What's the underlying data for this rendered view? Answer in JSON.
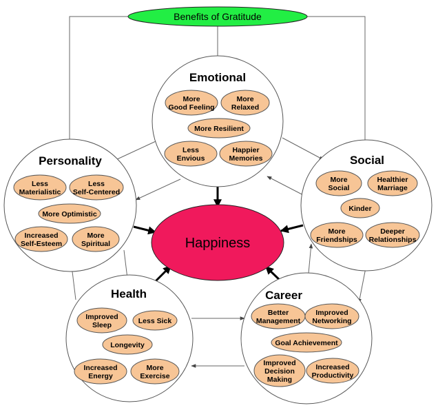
{
  "top_node": {
    "label": "Benefits of Gratitude",
    "color": "#22ee44"
  },
  "center_node": {
    "label": "Happiness",
    "color": "#f0195c"
  },
  "pill_color": "#f7c596",
  "categories": [
    {
      "id": "emotional",
      "title": "Emotional",
      "items": [
        {
          "lines": [
            "More",
            "Good Feeling"
          ]
        },
        {
          "lines": [
            "More",
            "Relaxed"
          ]
        },
        {
          "lines": [
            "More Resilient"
          ]
        },
        {
          "lines": [
            "Less",
            "Envious"
          ]
        },
        {
          "lines": [
            "Happier",
            "Memories"
          ]
        }
      ]
    },
    {
      "id": "personality",
      "title": "Personality",
      "items": [
        {
          "lines": [
            "Less",
            "Materialistic"
          ]
        },
        {
          "lines": [
            "Less",
            "Self-Centered"
          ]
        },
        {
          "lines": [
            "More Optimistic"
          ]
        },
        {
          "lines": [
            "Increased",
            "Self-Esteem"
          ]
        },
        {
          "lines": [
            "More",
            "Spiritual"
          ]
        }
      ]
    },
    {
      "id": "social",
      "title": "Social",
      "items": [
        {
          "lines": [
            "More",
            "Social"
          ]
        },
        {
          "lines": [
            "Healthier",
            "Marriage"
          ]
        },
        {
          "lines": [
            "Kinder"
          ]
        },
        {
          "lines": [
            "More",
            "Friendships"
          ]
        },
        {
          "lines": [
            "Deeper",
            "Relationships"
          ]
        }
      ]
    },
    {
      "id": "health",
      "title": "Health",
      "items": [
        {
          "lines": [
            "Improved",
            "Sleep"
          ]
        },
        {
          "lines": [
            "Less Sick"
          ]
        },
        {
          "lines": [
            "Longevity"
          ]
        },
        {
          "lines": [
            "Increased",
            "Energy"
          ]
        },
        {
          "lines": [
            "More",
            "Exercise"
          ]
        }
      ]
    },
    {
      "id": "career",
      "title": "Career",
      "items": [
        {
          "lines": [
            "Better",
            "Management"
          ]
        },
        {
          "lines": [
            "Improved",
            "Networking"
          ]
        },
        {
          "lines": [
            "Goal Achievement"
          ]
        },
        {
          "lines": [
            "Improved",
            "Decision",
            "Making"
          ]
        },
        {
          "lines": [
            "Increased",
            "Productivity"
          ]
        }
      ]
    }
  ]
}
